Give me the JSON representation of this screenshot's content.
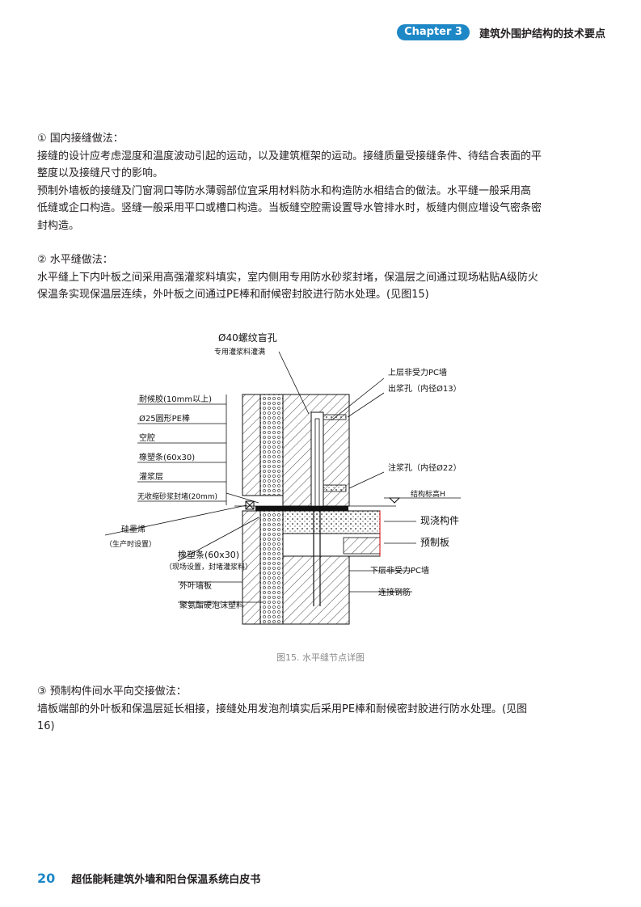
{
  "header": {
    "chapter": "Chapter 3",
    "title": "建筑外围护结构的技术要点"
  },
  "sections": [
    {
      "heading": "① 国内接缝做法：",
      "paragraphs": [
        "接缝的设计应考虑湿度和温度波动引起的运动，以及建筑框架的运动。接缝质量受接缝条件、待结合表面的平",
        "整度以及接缝尺寸的影响。",
        "预制外墙板的接缝及门窗洞口等防水薄弱部位宜采用材料防水和构造防水相结合的做法。水平缝一般采用高",
        "低缝或企口构造。竖缝一般采用平口或槽口构造。当板缝空腔需设置导水管排水时，板缝内侧应增设气密条密",
        "封构造。"
      ]
    },
    {
      "heading": "② 水平缝做法：",
      "paragraphs": [
        "水平缝上下内叶板之间采用高强灌浆料填实，室内侧用专用防水砂浆封堵，保温层之间通过现场粘贴A级防火",
        "保温条实现保温层连续，外叶板之间通过PE棒和耐候密封胶进行防水处理。(见图15)"
      ]
    },
    {
      "heading": "③ 预制构件间水平向交接做法：",
      "paragraphs": [
        "墙板端部的外叶板和保温层延长相接，接缝处用发泡剂填实后采用PE棒和耐候密封胶进行防水处理。(见图",
        "16)"
      ]
    }
  ],
  "figure": {
    "caption": "图15. 水平缝节点详图",
    "labels": {
      "top1": "Ø40螺纹盲孔",
      "top2": "专用灌浆料灌满",
      "upper_wall": "上层非受力PC墙",
      "outlet": "出浆孔（内径Ø13）",
      "inlet": "注浆孔（内径Ø22）",
      "elevation": "结构标高H",
      "cast": "现浇构件",
      "precast": "预制板",
      "lower_wall": "下层非受力PC墙",
      "rebar": "连接钢筋",
      "sealant": "耐候胶(10mm以上)",
      "pe_rod": "Ø25圆形PE棒",
      "cavity": "空腔",
      "strip": "橡塑条(60x30)",
      "grout": "灌浆层",
      "mortar": "无收缩砂浆封堵(20mm)",
      "silicone": "硅墨烯",
      "factory": "（生产时设置）",
      "strip2": "橡塑条(60x30)",
      "onsite": "（现场设置，封堵灌浆料）",
      "outer_leaf": "外叶墙板",
      "insulation": "聚氨酯硬泡沫塑料"
    }
  },
  "footer": {
    "page": "20",
    "title": "超低能耗建筑外墙和阳台保温系统白皮书"
  },
  "colors": {
    "accent": "#1e88c7"
  }
}
